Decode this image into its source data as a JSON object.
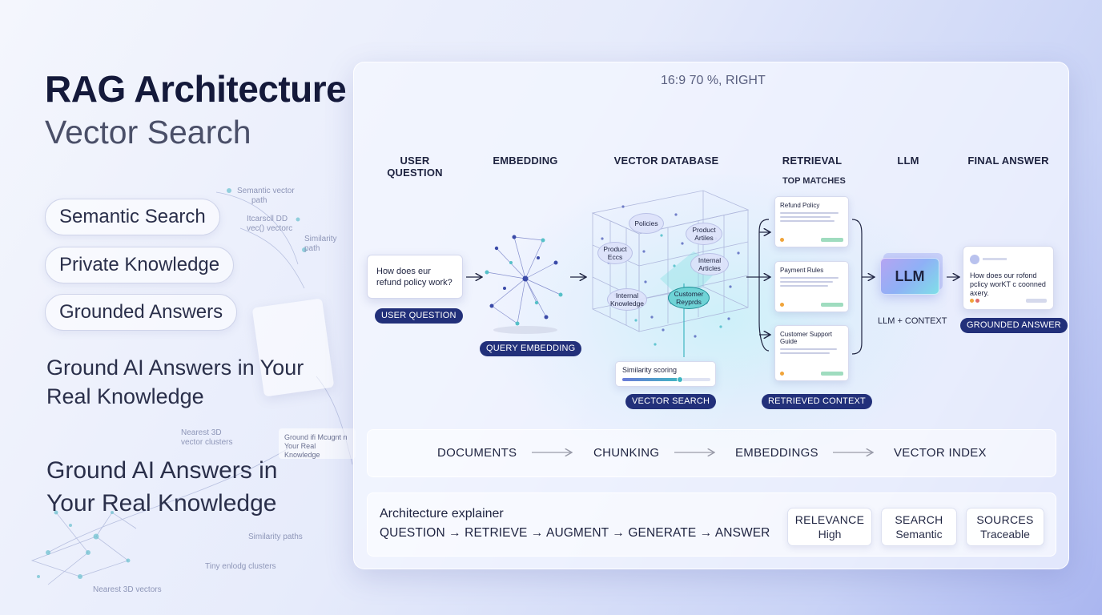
{
  "header": {
    "title": "RAG Architecture",
    "subtitle": "Vector Search"
  },
  "features": [
    "Semantic Search",
    "Private Knowledge",
    "Grounded Answers"
  ],
  "taglines": {
    "small": [
      "Ground AI Answers in Your",
      "Real Knowledge"
    ],
    "large": [
      "Ground AI Answers in",
      "Your Real Knowledge"
    ]
  },
  "background_labels": [
    "Semantic vector",
    "path",
    "Itcarscll DD",
    "vec()  vectorc",
    "Similarity",
    "path",
    "Nearest 3D",
    "vector clusters",
    "Similarity paths",
    "Tiny enlodg clusters",
    "Nearest 3D vectors"
  ],
  "ghost_note": [
    "Ground ifi Mcugnt n",
    "Your Real Knowledge"
  ],
  "panel": {
    "ratio_label": "16:9 70 %, RIGHT",
    "stages": [
      "USER QUESTION",
      "EMBEDDING",
      "VECTOR DATABASE",
      "RETRIEVAL",
      "LLM",
      "FINAL ANSWER"
    ],
    "top_matches": "TOP MATCHES",
    "question": "How does eur refund policy work?",
    "badges": {
      "user_question": "USER QUESTION",
      "query_embedding": "QUERY EMBEDDING",
      "vector_search": "VECTOR SEARCH",
      "retrieved_context": "RETRIEVED CONTEXT",
      "grounded_answer": "GROUNDED ANSWER"
    },
    "cube_nodes": [
      "Policies",
      "Product Artiles",
      "Product Eccs",
      "Internal Articles",
      "Internal Knowledge",
      "Customer Reyprds"
    ],
    "similarity": {
      "label": "Similarity scoring",
      "level": 0.65
    },
    "retrieved_docs": [
      "Refund Policy",
      "Payment Rules",
      "Customer Support Guide"
    ],
    "llm": {
      "label": "LLM",
      "caption": "LLM + CONTEXT"
    },
    "answer": "How does our rofond pclicy worKT c coonned axery."
  },
  "pipeline": [
    "DOCUMENTS",
    "CHUNKING",
    "EMBEDDINGS",
    "VECTOR INDEX"
  ],
  "explainer": {
    "title": "Architecture explainer",
    "flow": "QUESTION → RETRIEVE → AUGMENT → GENERATE → ANSWER",
    "metrics": [
      {
        "label": "RELEVANCE",
        "value": "High"
      },
      {
        "label": "SEARCH",
        "value": "Semantic"
      },
      {
        "label": "SOURCES",
        "value": "Traceable"
      }
    ]
  },
  "colors": {
    "accent_navy": "#22307a",
    "highlight_teal": "#6fd3d6",
    "llm_gradient_start": "#b6a4f2",
    "llm_gradient_end": "#7fe0e8"
  }
}
